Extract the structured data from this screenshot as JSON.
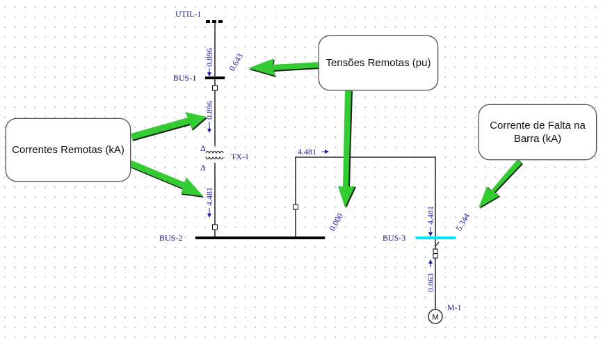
{
  "diagram": {
    "buses": {
      "util1": "UTIL-1",
      "bus1": "BUS-1",
      "bus2": "BUS-2",
      "bus3": "BUS-3",
      "transformer": "TX-1",
      "motor": "M-1",
      "motor_symbol": "M"
    },
    "currents": {
      "util_to_bus1": "0.896",
      "bus1_to_tx": "0.896",
      "tx_to_bus2": "4.481",
      "bus2_to_bus3_top": "4.481",
      "into_bus3": "4.481",
      "motor_to_bus3": "0.863"
    },
    "voltages": {
      "bus1": "0.643",
      "bus2": "0.000"
    },
    "fault_current": {
      "bus3": "5.344"
    },
    "transformer_windings": [
      "Δ",
      "Δ"
    ]
  },
  "callouts": {
    "voltages": "Tensões Remotas (pu)",
    "currents": "Correntes Remotas (kA)",
    "fault": "Corrente de Falta na Barra (kA)"
  },
  "colors": {
    "faulted_bus": "#00e5ff",
    "callout_arrow": "#33cc33",
    "label_text": "#1a1a8c"
  }
}
